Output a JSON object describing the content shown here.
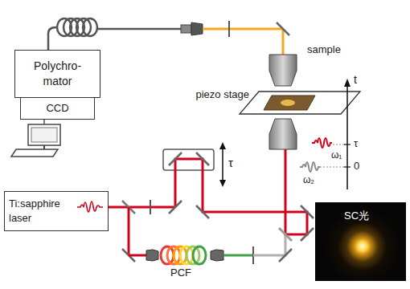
{
  "diagram": {
    "nodes": [
      {
        "text": [
          "Polychro- mator"
        ]
      },
      {
        "text": [
          "CCD"
        ]
      },
      {
        "text": [
          "Ti:sapphire laser"
        ]
      },
      {
        "text": [
          "SC光"
        ]
      }
    ],
    "labels": [
      "sample",
      "piezo stage",
      "τ",
      "PCF",
      "t",
      "τ",
      "0",
      "ω₁",
      "ω₂"
    ]
  }
}
